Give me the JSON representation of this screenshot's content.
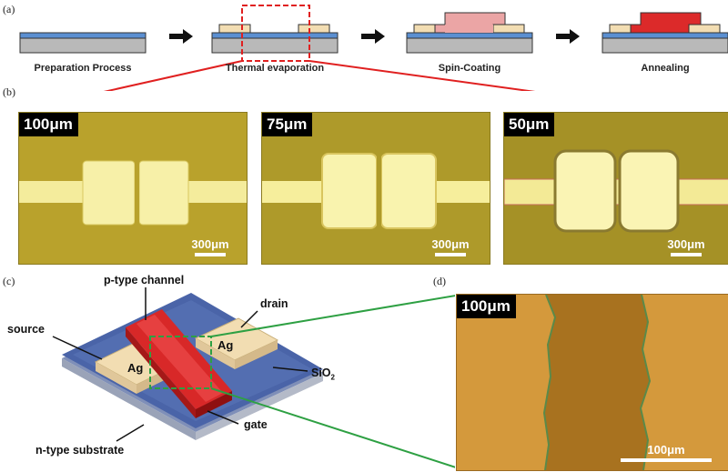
{
  "panel_labels": {
    "a": "(a)",
    "b": "(b)",
    "c": "(c)",
    "d": "(d)"
  },
  "process_steps": [
    {
      "label": "Preparation Process"
    },
    {
      "label": "Thermal evaporation"
    },
    {
      "label": "Spin-Coating"
    },
    {
      "label": "Annealing"
    }
  ],
  "micrographs": [
    {
      "tag": "100μm",
      "scale": "300μm"
    },
    {
      "tag": "75μm",
      "scale": "300μm"
    },
    {
      "tag": "50μm",
      "scale": "300μm"
    }
  ],
  "device_labels": {
    "p_channel": "p-type channel",
    "drain": "drain",
    "source": "source",
    "ag_left": "Ag",
    "ag_right": "Ag",
    "sio2": "SiO",
    "sio2_sub": "2",
    "gate": "gate",
    "substrate": "n-type substrate"
  },
  "zoom": {
    "tag": "100μm",
    "scale": "100μm"
  },
  "colors": {
    "substrate": "#b9b9b9",
    "oxide_blue": "#5b8fd1",
    "silver": "#f2ddb2",
    "perovskite_pink": "#eba5a5",
    "perovskite_red": "#dc2a2a",
    "dashed_red": "#e02020",
    "dashed_green": "#2ea043"
  }
}
